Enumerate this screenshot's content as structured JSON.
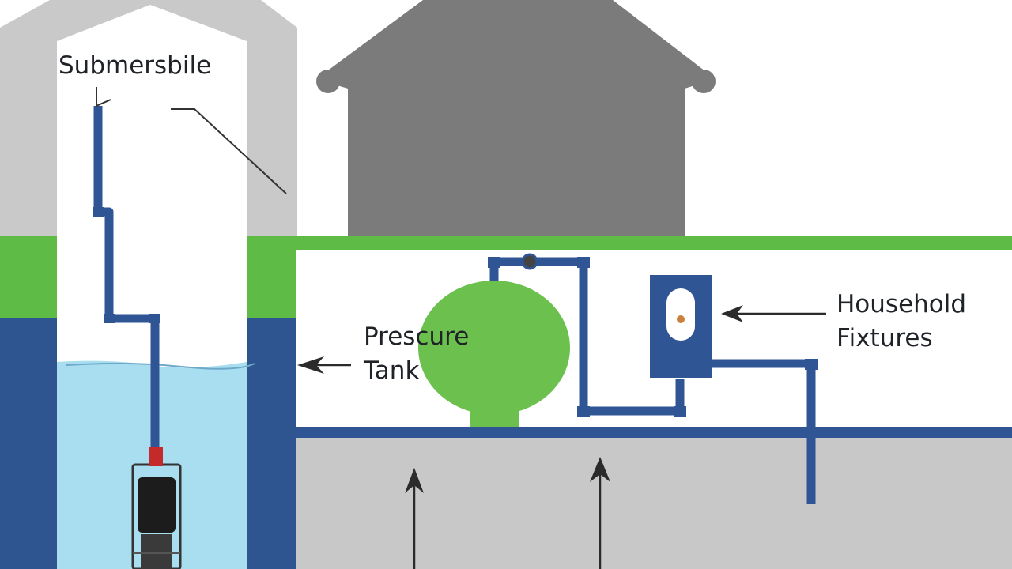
{
  "labels": {
    "submersible": "Submersbile",
    "pressure_tank": [
      "Prescure",
      "Tank"
    ],
    "household_fixtures": [
      "Household",
      "Fixtures"
    ]
  },
  "colors": {
    "ground_green": "#5dbb46",
    "deep_blue": "#2e5590",
    "pipe_blue": "#2f5594",
    "water_light": "#a8def0",
    "tank_green": "#6cc04e",
    "house_gray": "#7b7b7b",
    "well_casing_gray": "#c9c9c9",
    "soil_gray": "#c8c8c8",
    "arrow_dark": "#2b2b2b"
  }
}
